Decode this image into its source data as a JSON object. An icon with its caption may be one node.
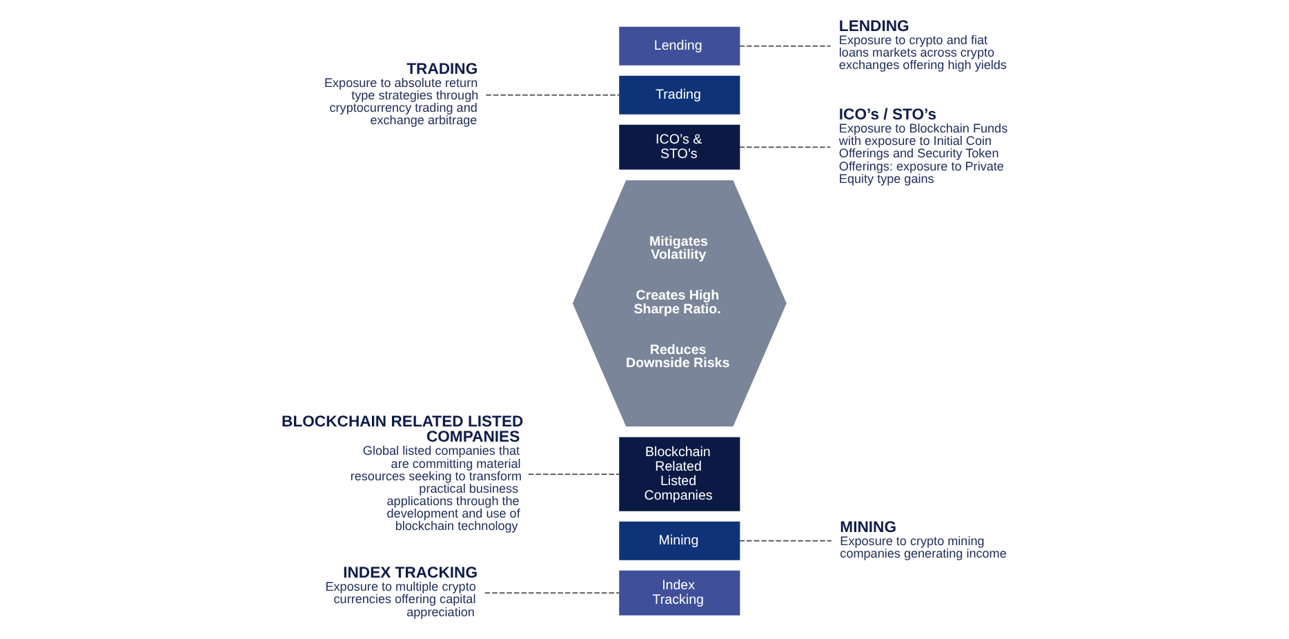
{
  "diagram": {
    "nodes": [
      {
        "text": [
          "INDEX TRACKING",
          "Exposure to multiple crypto currencies offering capital appreciation"
        ]
      },
      {
        "text": [
          "Index Tracking"
        ]
      },
      {
        "text": [
          "Mining"
        ]
      },
      {
        "text": [
          "MINING",
          "Exposure to crypto mining companies generating income"
        ]
      },
      {
        "text": [
          "BLOCKCHAIN RELATED LISTED COMPANIES",
          "Global listed companies that are committing material resources seeking to transform practical business applications through the development and use of blockchain technology"
        ]
      },
      {
        "text": [
          "Blockchain Related Listed Companies"
        ]
      },
      {
        "text": [
          "Mitigates Volatility",
          "Creates High Sharpe Ratio.",
          "Reduces Downside Risks"
        ]
      },
      {
        "text": [
          "ICO’s & STO’s"
        ]
      },
      {
        "text": [
          "ICO’s / STO’s",
          "Exposure to Blockchain Funds with exposure to Initial Coin Offerings and Security Token Offerings: exposure to Private Equity type gains"
        ]
      },
      {
        "text": [
          "TRADING",
          "Exposure to absolute return type strategies through cryptocurrency trading and exchange arbitrage"
        ]
      },
      {
        "text": [
          "Trading"
        ]
      },
      {
        "text": [
          "Lending"
        ]
      },
      {
        "text": [
          "LENDING",
          "Exposure to crypto and fiat loans markets across crypto exchanges offering high yields"
        ]
      }
    ],
    "edges": [
      {
        "from": 0,
        "to": 1,
        "arrow": "none",
        "style": "dashed"
      },
      {
        "from": 2,
        "to": 3,
        "arrow": "none",
        "style": "dashed"
      },
      {
        "from": 4,
        "to": 5,
        "arrow": "none",
        "style": "dashed"
      },
      {
        "from": 7,
        "to": 8,
        "arrow": "none",
        "style": "dashed"
      },
      {
        "from": 9,
        "to": 10,
        "arrow": "none",
        "style": "dashed"
      },
      {
        "from": 11,
        "to": 12,
        "arrow": "none",
        "style": "dashed"
      }
    ]
  }
}
